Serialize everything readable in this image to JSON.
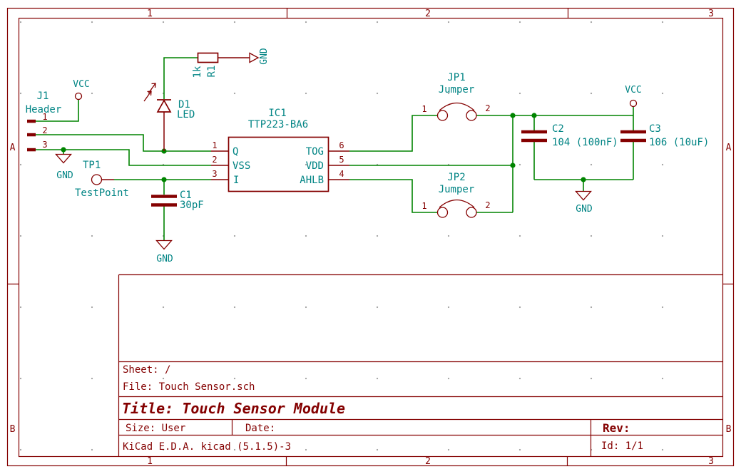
{
  "colors": {
    "symbol_outline": "#840000",
    "field_text": "#008484",
    "wire": "#008400",
    "grid_dot": "#a9a9a9",
    "background": "#ffffff"
  },
  "frame": {
    "top": [
      "1",
      "2",
      "3"
    ],
    "bottom": [
      "1",
      "2",
      "3"
    ],
    "left": [
      "A",
      "B"
    ],
    "right": [
      "A",
      "B"
    ]
  },
  "title_block": {
    "sheet": "Sheet: /",
    "file": "File: Touch Sensor.sch",
    "title": "Title: Touch Sensor Module",
    "size": "Size: User",
    "date": "Date:",
    "rev": "Rev:",
    "id": "Id: 1/1",
    "tool": "KiCad E.D.A.  kicad (5.1.5)-3"
  },
  "power": {
    "vcc": "VCC",
    "gnd": "GND"
  },
  "components": {
    "j1": {
      "ref": "J1",
      "value": "Header",
      "pin1": "1",
      "pin2": "2",
      "pin3": "3"
    },
    "tp1": {
      "ref": "TP1",
      "value": "TestPoint"
    },
    "d1": {
      "ref": "D1",
      "value": "LED"
    },
    "r1": {
      "ref": "R1",
      "value": "1k"
    },
    "c1": {
      "ref": "C1",
      "value": "30pF"
    },
    "ic1": {
      "ref": "IC1",
      "value": "TTP223-BA6",
      "p1": {
        "num": "1",
        "name": "Q"
      },
      "p2": {
        "num": "2",
        "name": "VSS"
      },
      "p3": {
        "num": "3",
        "name": "I"
      },
      "p4": {
        "num": "4",
        "name": "AHLB"
      },
      "p5": {
        "num": "5",
        "name": "VDD"
      },
      "p6": {
        "num": "6",
        "name": "TOG"
      }
    },
    "jp1": {
      "ref": "JP1",
      "value": "Jumper",
      "pin1": "1",
      "pin2": "2"
    },
    "jp2": {
      "ref": "JP2",
      "value": "Jumper",
      "pin1": "1",
      "pin2": "2"
    },
    "c2": {
      "ref": "C2",
      "value": "104 (100nF)"
    },
    "c3": {
      "ref": "C3",
      "value": "106 (10uF)"
    }
  }
}
